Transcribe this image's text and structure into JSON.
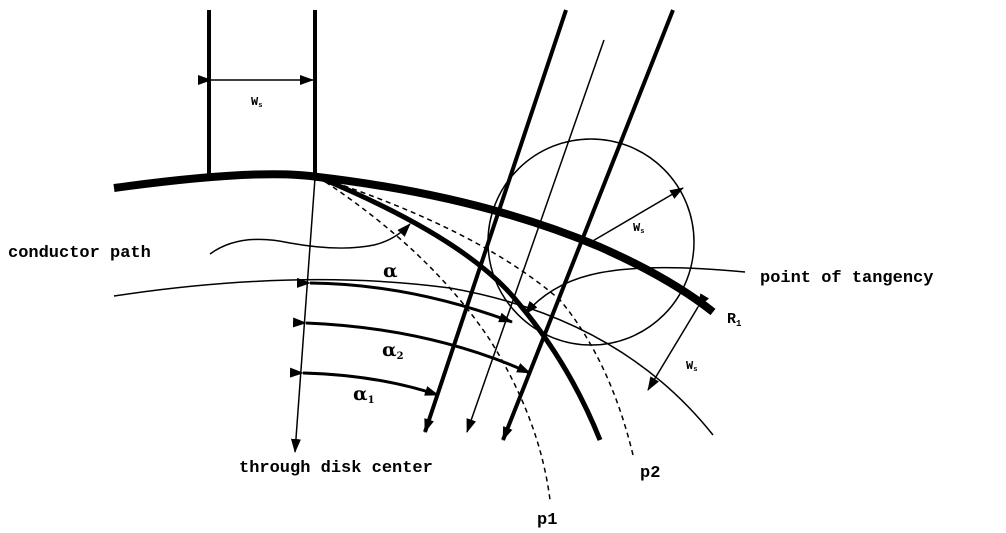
{
  "labels": {
    "conductor_path": "conductor path",
    "point_of_tangency": "point of tangency",
    "through_disk_center": "through disk center",
    "p1": "p1",
    "p2": "p2",
    "alpha": "α",
    "alpha2_base": "α",
    "alpha2_sub": "2",
    "alpha1_base": "α",
    "alpha1_sub": "1",
    "ws_base": "W",
    "ws_sub": "s",
    "r1_base": "R",
    "r1_sub": "1"
  },
  "colors": {
    "ink": "#000000",
    "background": "#ffffff"
  }
}
